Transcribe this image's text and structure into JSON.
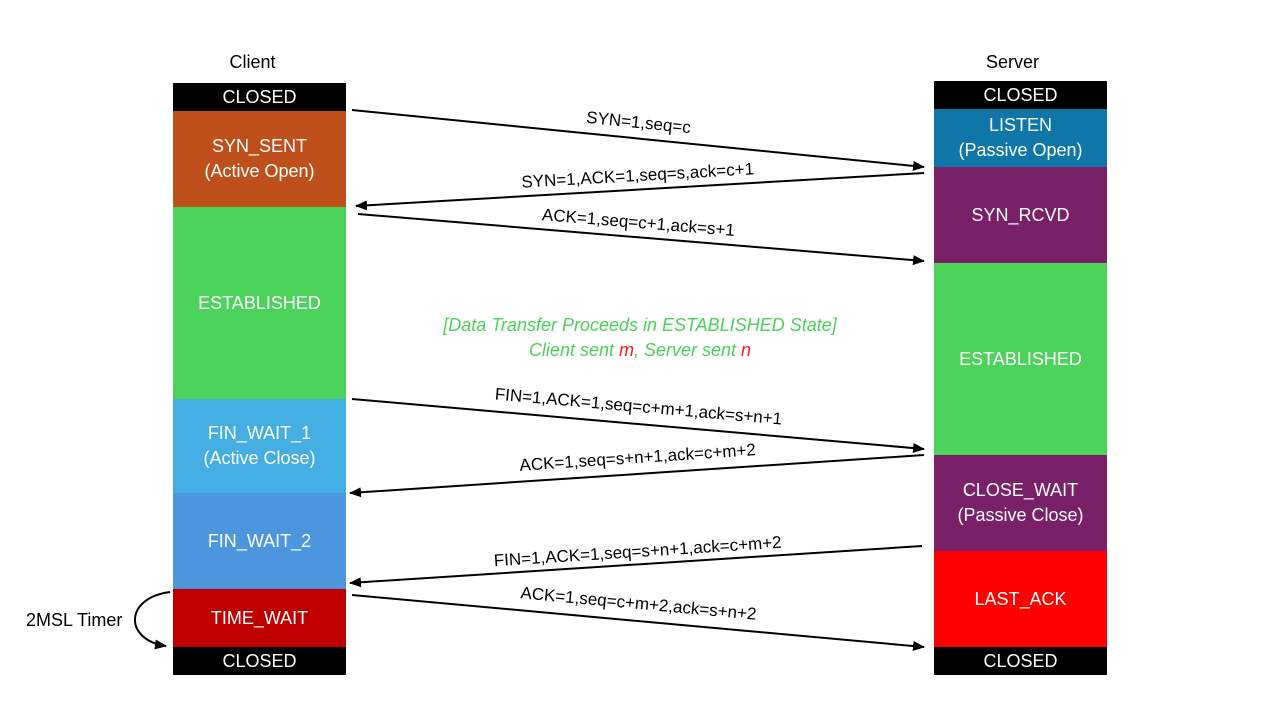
{
  "client": {
    "title": "Client",
    "states": [
      {
        "key": "closed_top",
        "lines": [
          "CLOSED"
        ],
        "color": "#000000"
      },
      {
        "key": "syn_sent",
        "lines": [
          "SYN_SENT",
          "(Active Open)"
        ],
        "color": "#c0501b"
      },
      {
        "key": "established",
        "lines": [
          "ESTABLISHED"
        ],
        "color": "#4cd35b"
      },
      {
        "key": "fin_wait_1",
        "lines": [
          "FIN_WAIT_1",
          "(Active Close)"
        ],
        "color": "#44aee2"
      },
      {
        "key": "fin_wait_2",
        "lines": [
          "FIN_WAIT_2"
        ],
        "color": "#4b96dc"
      },
      {
        "key": "time_wait",
        "lines": [
          "TIME_WAIT"
        ],
        "color": "#c00000"
      },
      {
        "key": "closed_bottom",
        "lines": [
          "CLOSED"
        ],
        "color": "#000000"
      }
    ]
  },
  "server": {
    "title": "Server",
    "states": [
      {
        "key": "closed_top",
        "lines": [
          "CLOSED"
        ],
        "color": "#000000"
      },
      {
        "key": "listen",
        "lines": [
          "LISTEN",
          "(Passive Open)"
        ],
        "color": "#0e77a8"
      },
      {
        "key": "syn_rcvd",
        "lines": [
          "SYN_RCVD"
        ],
        "color": "#792069"
      },
      {
        "key": "established",
        "lines": [
          "ESTABLISHED"
        ],
        "color": "#4cd35b"
      },
      {
        "key": "close_wait",
        "lines": [
          "CLOSE_WAIT",
          "(Passive Close)"
        ],
        "color": "#792069"
      },
      {
        "key": "last_ack",
        "lines": [
          "LAST_ACK"
        ],
        "color": "#ff0000"
      },
      {
        "key": "closed_bottom",
        "lines": [
          "CLOSED"
        ],
        "color": "#000000"
      }
    ]
  },
  "messages": [
    {
      "label": "SYN=1,seq=c",
      "direction": "client_to_server"
    },
    {
      "label": "SYN=1,ACK=1,seq=s,ack=c+1",
      "direction": "server_to_client"
    },
    {
      "label": "ACK=1,seq=c+1,ack=s+1",
      "direction": "client_to_server"
    },
    {
      "label": "FIN=1,ACK=1,seq=c+m+1,ack=s+n+1",
      "direction": "client_to_server"
    },
    {
      "label": "ACK=1,seq=s+n+1,ack=c+m+2",
      "direction": "server_to_client"
    },
    {
      "label": "FIN=1,ACK=1,seq=s+n+1,ack=c+m+2",
      "direction": "server_to_client"
    },
    {
      "label": "ACK=1,seq=c+m+2,ack=s+n+2",
      "direction": "client_to_server"
    }
  ],
  "note": {
    "line1": "[Data Transfer Proceeds in ESTABLISHED State]",
    "line2_prefix": "Client sent ",
    "client_var": "m",
    "line2_mid": ", Server sent ",
    "server_var": "n"
  },
  "timer": {
    "label": "2MSL Timer"
  }
}
